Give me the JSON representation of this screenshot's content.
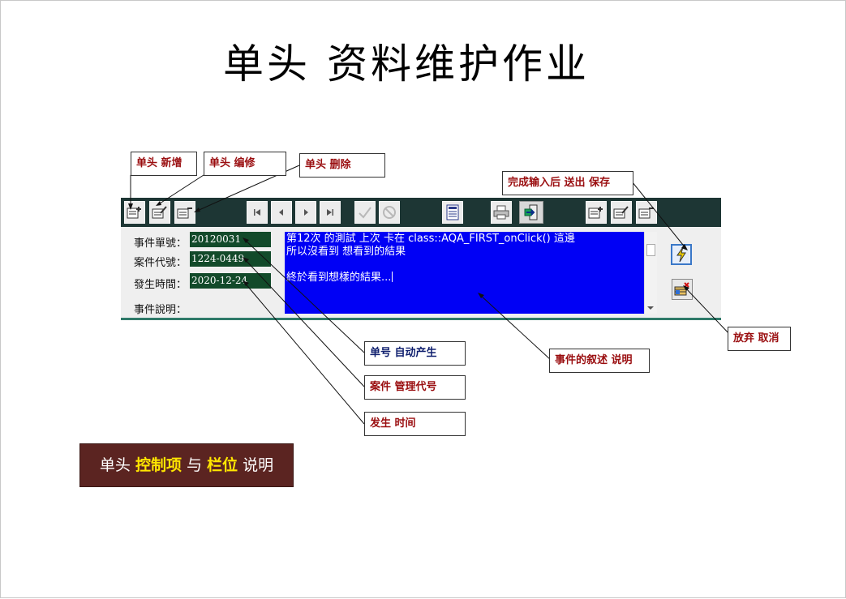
{
  "title": "单头 资料维护作业",
  "callouts": {
    "add": "单头 新增",
    "edit": "单头 编修",
    "delete": "单头 删除",
    "save": "完成输入后 送出 保存",
    "cancel": "放弃 取消",
    "auto_no": "单号 自动产生",
    "case_code": "案件 管理代号",
    "occur_time": "发生 时间",
    "description": "事件的叙述 说明"
  },
  "form": {
    "event_no_label": "事件單號：",
    "event_no_value": "20120031",
    "case_code_label": "案件代號：",
    "case_code_value": "1224-0449",
    "occur_time_label": "發生時間：",
    "occur_time_value": "2020-12-24",
    "description_label": "事件說明："
  },
  "memo": {
    "line1": "第12次 的測試 上次 卡在 class::AQA_FIRST_onClick() 這邊",
    "line2": "所以沒看到 想看到的結果",
    "line3": "終於看到想樣的結果..."
  },
  "banner": {
    "part1": "单头 ",
    "part2": "控制项",
    "part3": " 与 ",
    "part4": "栏位",
    "part5": " 说明"
  },
  "colors": {
    "toolbar_bg": "#1d3634",
    "field_bg": "#124a2a",
    "memo_bg": "#0000f5",
    "callout_text": "#9a0e10",
    "banner_bg": "#5b2421",
    "banner_highlight": "#ffe600"
  },
  "icons": {
    "toolbar": [
      "add-record-icon",
      "edit-record-icon",
      "delete-record-icon",
      "first-icon",
      "prev-icon",
      "next-icon",
      "last-icon",
      "confirm-check-icon",
      "cancel-circle-icon",
      "report-icon",
      "print-icon",
      "exit-icon",
      "add-detail-icon",
      "edit-detail-icon",
      "delete-detail-icon"
    ],
    "side": [
      "save-lightning-icon",
      "abandon-icon"
    ]
  }
}
